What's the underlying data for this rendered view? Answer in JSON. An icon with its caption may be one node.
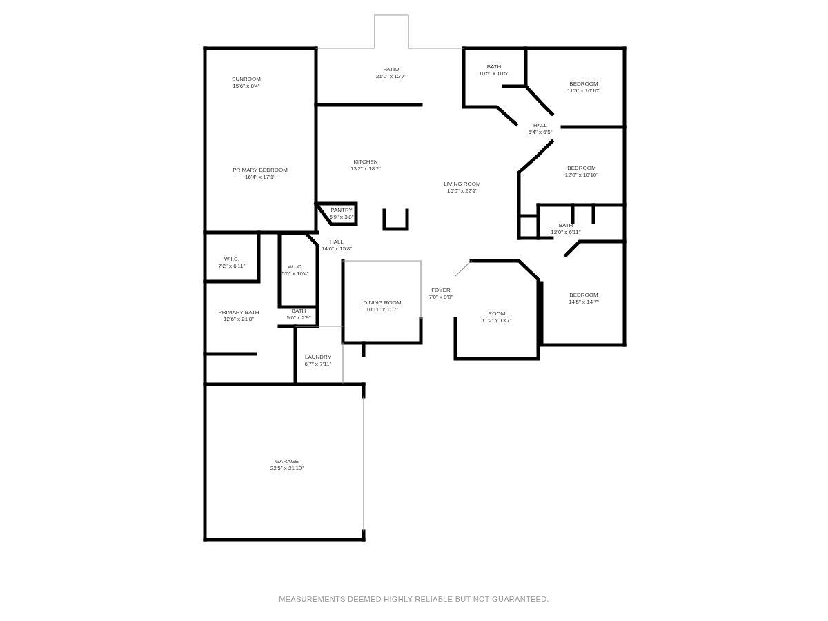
{
  "diagram": {
    "labels": [
      "PATIO",
      "21'0\" x 12'7\"",
      "BATH",
      "10'5\" x 10'5\"",
      "BEDROOM",
      "11'5\" x 10'10\"",
      "SUNROOM",
      "15'6\" x 8'4\"",
      "HALL",
      "6'4\" x 6'5\"",
      "KITCHEN",
      "13'2\" x 18'2\"",
      "BEDROOM",
      "12'0\" x 10'10\"",
      "PRIMARY BEDROOM",
      "16'4\" x 17'1\"",
      "LIVING ROOM",
      "16'0\" x 22'1\"",
      "PANTRY",
      "5'9\" x 3'8\"",
      "BATH",
      "12'0\" x 6'11\"",
      "W.I.C.",
      "7'2\" x 6'11\"",
      "HALL",
      "14'6\" x 15'8\"",
      "W.I.C.",
      "5'0\" x 10'4\"",
      "DINING ROOM",
      "10'11\" x 11'7\"",
      "FOYER",
      "7'0\" x 9'0\"",
      "ROOM",
      "11'2\" x 13'7\"",
      "BEDROOM",
      "14'5\" x 14'7\"",
      "PRIMARY BATH",
      "12'6\" x 21'8\"",
      "BATH",
      "5'0\" x 2'9\"",
      "LAUNDRY",
      "6'7\" x 7'11\"",
      "GARAGE",
      "22'5\" x 21'10\"",
      "MEASUREMENTS DEEMED HIGHLY RELIABLE BUT NOT GUARANTEED."
    ]
  }
}
